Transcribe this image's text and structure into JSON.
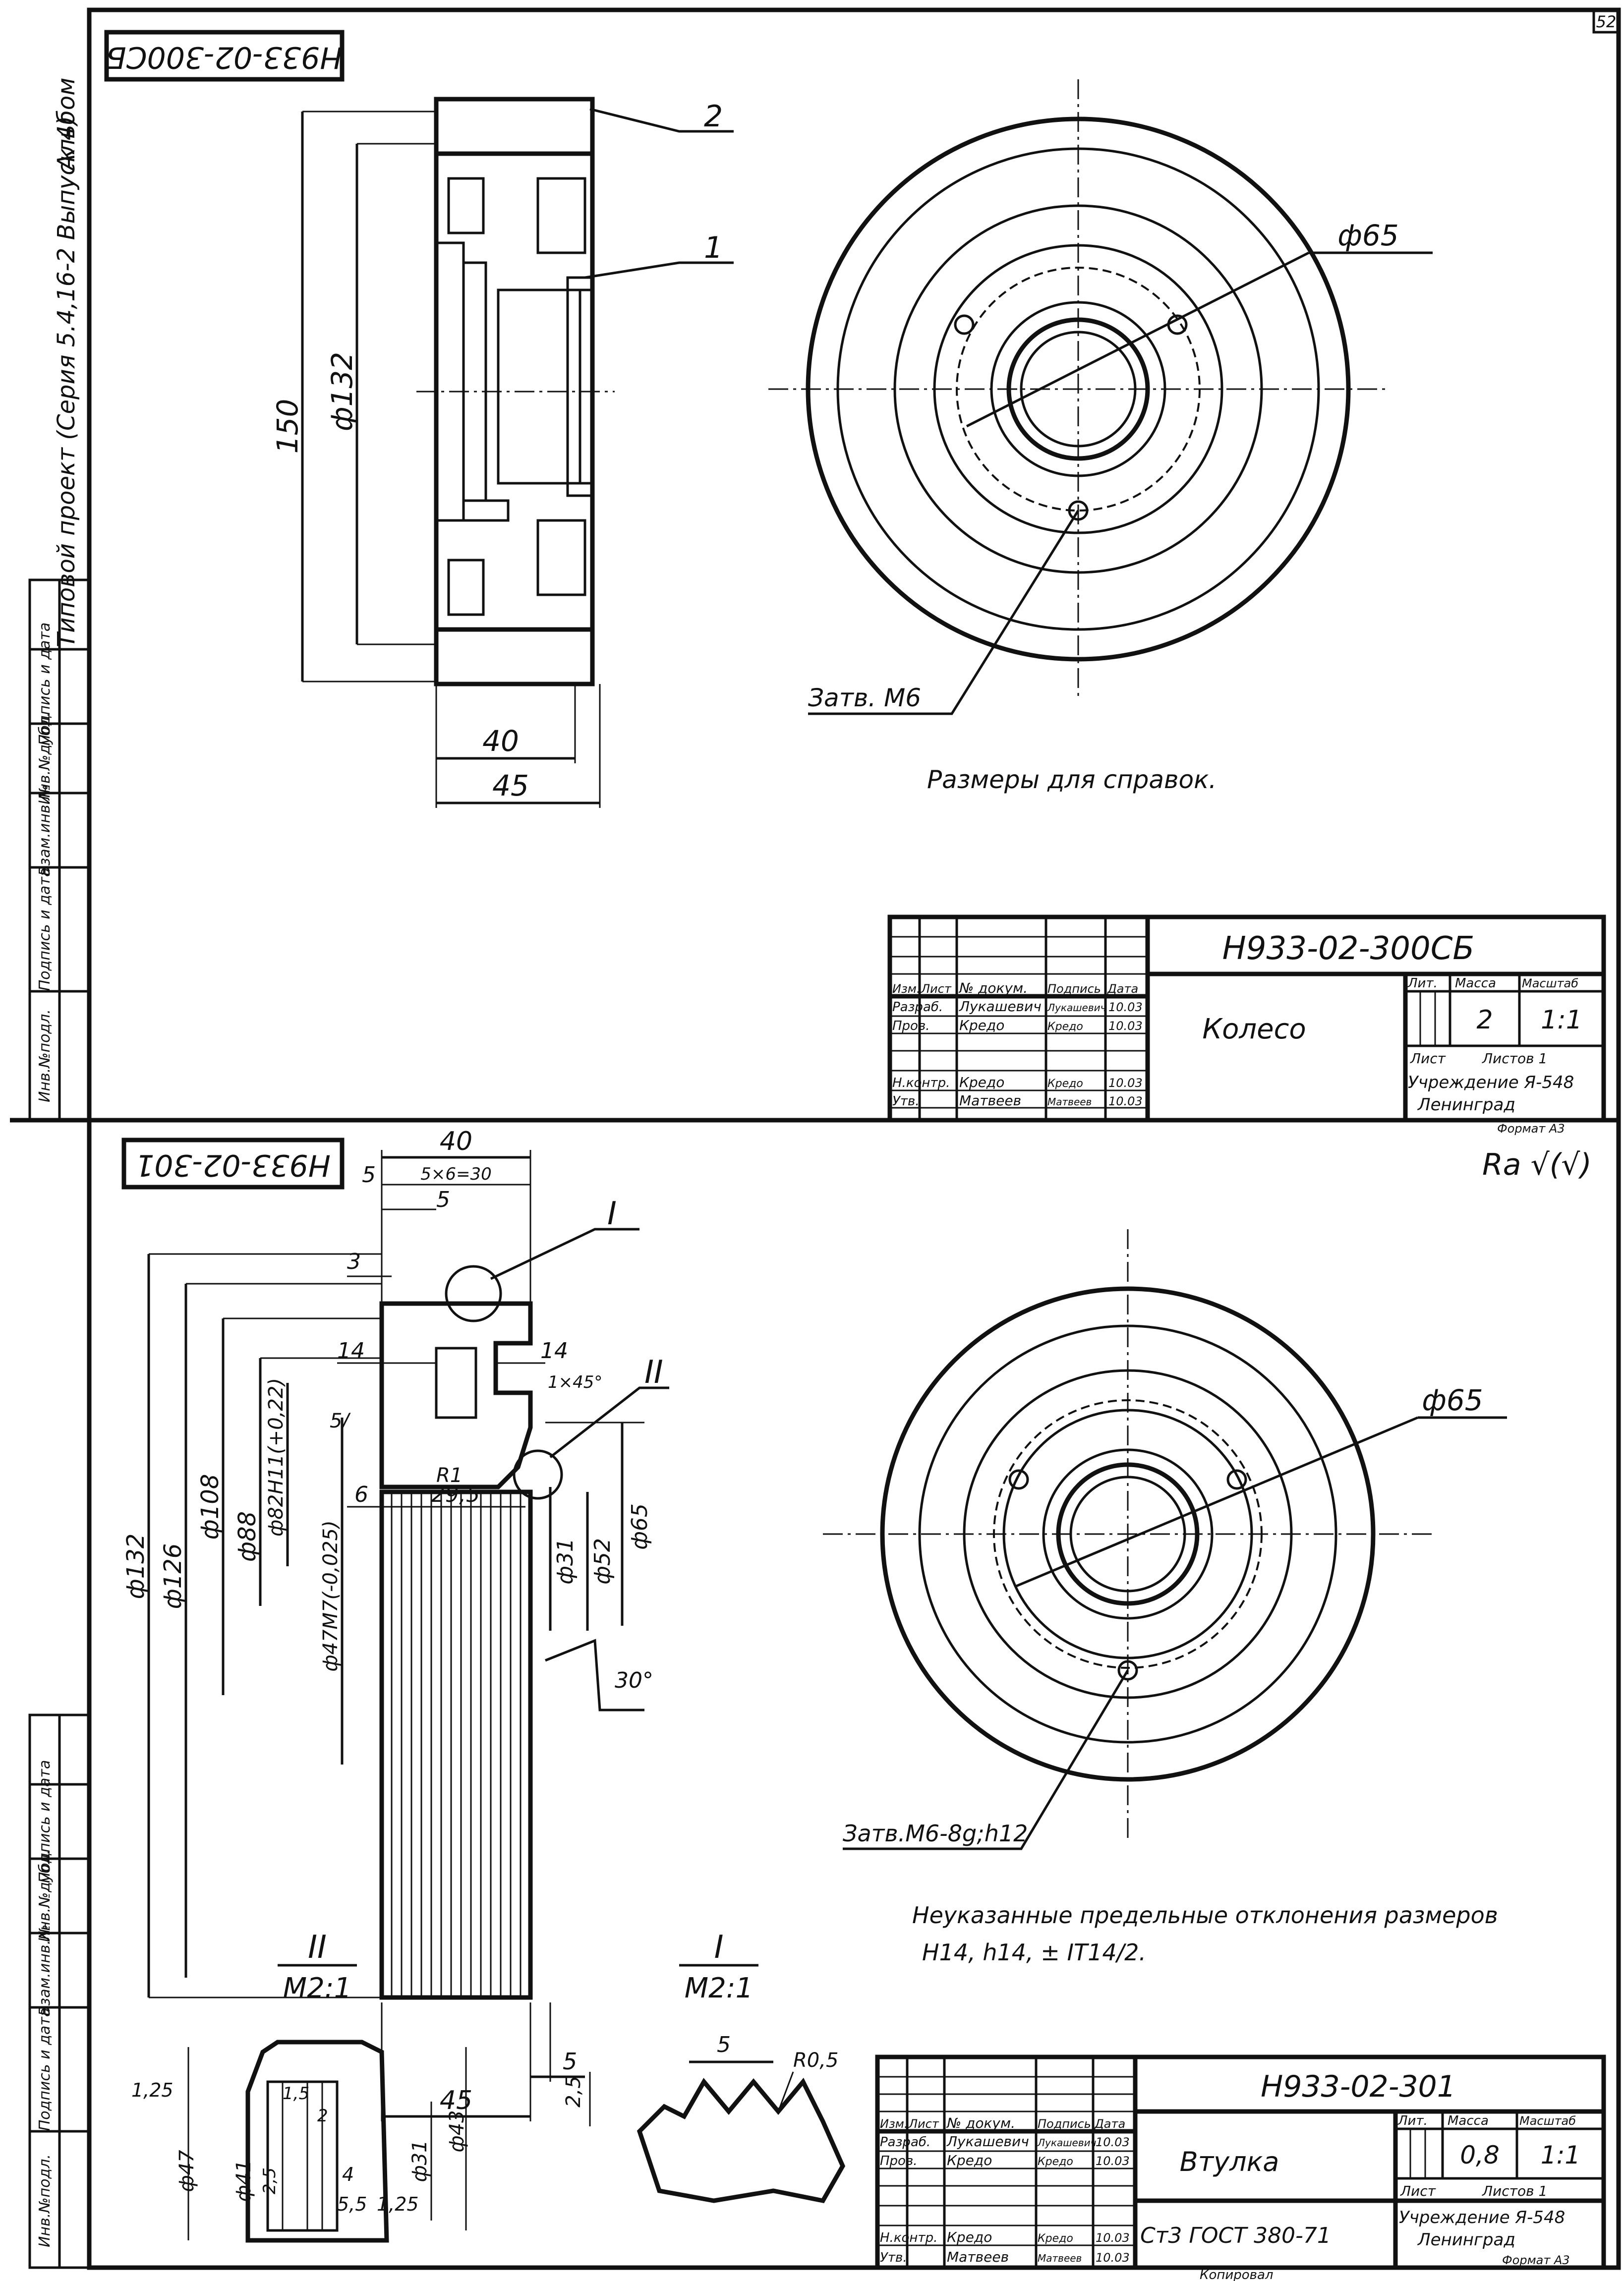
{
  "sheet": {
    "page_number": "52"
  },
  "side_margin": {
    "album": "Альбом",
    "series": "Типовой проект (Серия 5.4,16-2 Выпуск 4)",
    "columns": [
      "Инв.№подл.",
      "Подпись и дата",
      "Взам.инв.№",
      "Инв.№дубл.",
      "Подпись и дата"
    ]
  },
  "drawing1": {
    "code_box": "Н933-02-300СБ",
    "leaders": [
      "2",
      "1"
    ],
    "dims": {
      "width_40": "40",
      "width_45": "45",
      "height_150": "150",
      "dia_132": "ф132"
    },
    "front_dia": "ф65",
    "fastener": "Затв. М6",
    "note": "Размеры для справок."
  },
  "titleblock1": {
    "code": "Н933-02-300СБ",
    "name": "Колесо",
    "header": [
      "Изм.",
      "Лист",
      "№ докум.",
      "Подпись",
      "Дата"
    ],
    "rows": [
      {
        "role": "Разраб.",
        "name": "Лукашевич",
        "sign": "Лукашевич",
        "date": "10.03"
      },
      {
        "role": "Пров.",
        "name": "Кредо",
        "sign": "Кредо",
        "date": "10.03"
      },
      {
        "role": "Н.контр.",
        "name": "Кредо",
        "sign": "Кредо",
        "date": "10.03"
      },
      {
        "role": "Утв.",
        "name": "Матвеев",
        "sign": "Матвеев",
        "date": "10.03"
      }
    ],
    "lit_label": "Лит.",
    "mass_label": "Масса",
    "scale_label": "Масштаб",
    "mass": "2",
    "scale": "1:1",
    "sheet": "Лист",
    "sheets": "Листов 1",
    "org1": "Учреждение Я-548",
    "org2": "Ленинград",
    "format": "Формат А3"
  },
  "drawing2": {
    "code_box": "Н933-02-301",
    "roughness": "Ra √(√)",
    "dims": {
      "d40": "40",
      "d5x6": "5×6=30",
      "d5a": "5",
      "d5b": "5",
      "d3": "3",
      "d14a": "14",
      "d14b": "14",
      "chamfer": "1×45°",
      "d5s": "5/",
      "r1": "R1",
      "d6": "6",
      "d295": "29,5",
      "dia132": "ф132",
      "dia126": "ф126",
      "dia108": "ф108",
      "dia88": "ф88",
      "dia82": "ф82Н11(+0,22)",
      "dia47": "ф47М7(-0,025)",
      "dia31": "ф31",
      "dia52": "ф52",
      "dia65": "ф65",
      "ang30": "30°",
      "d5c": "5",
      "d45": "45"
    },
    "callout1": "I",
    "callout2": "II",
    "front_dia": "ф65",
    "fastener": "Затв.М6-8g;h12",
    "note_line1": "Неуказанные предельные отклонения размеров",
    "note_line2": "Н14, h14, ± IT14/2."
  },
  "detail2": {
    "label": "II",
    "scale": "М2:1",
    "dims": [
      "1,25",
      "ф47",
      "ф41",
      "2,5",
      "1,5",
      "2",
      "4",
      "5,5",
      "1,25",
      "ф31",
      "ф43"
    ]
  },
  "detail1": {
    "label": "I",
    "scale": "М2:1",
    "dims": [
      "5",
      "2,5",
      "R0,5"
    ]
  },
  "titleblock2": {
    "code": "Н933-02-301",
    "name": "Втулка",
    "material": "Ст3 ГОСТ 380-71",
    "header": [
      "Изм.",
      "Лист",
      "№ докум.",
      "Подпись",
      "Дата"
    ],
    "rows": [
      {
        "role": "Разраб.",
        "name": "Лукашевич",
        "sign": "Лукашевич",
        "date": "10.03"
      },
      {
        "role": "Пров.",
        "name": "Кредо",
        "sign": "Кредо",
        "date": "10.03"
      },
      {
        "role": "Н.контр.",
        "name": "Кредо",
        "sign": "Кредо",
        "date": "10.03"
      },
      {
        "role": "Утв.",
        "name": "Матвеев",
        "sign": "Матвеев",
        "date": "10.03"
      }
    ],
    "lit_label": "Лит.",
    "mass_label": "Масса",
    "scale_label": "Масштаб",
    "mass": "0,8",
    "scale": "1:1",
    "sheet": "Лист",
    "sheets": "Листов 1",
    "org1": "Учреждение Я-548",
    "org2": "Ленинград",
    "footer": "Формат А3",
    "copy": "Копировал"
  }
}
